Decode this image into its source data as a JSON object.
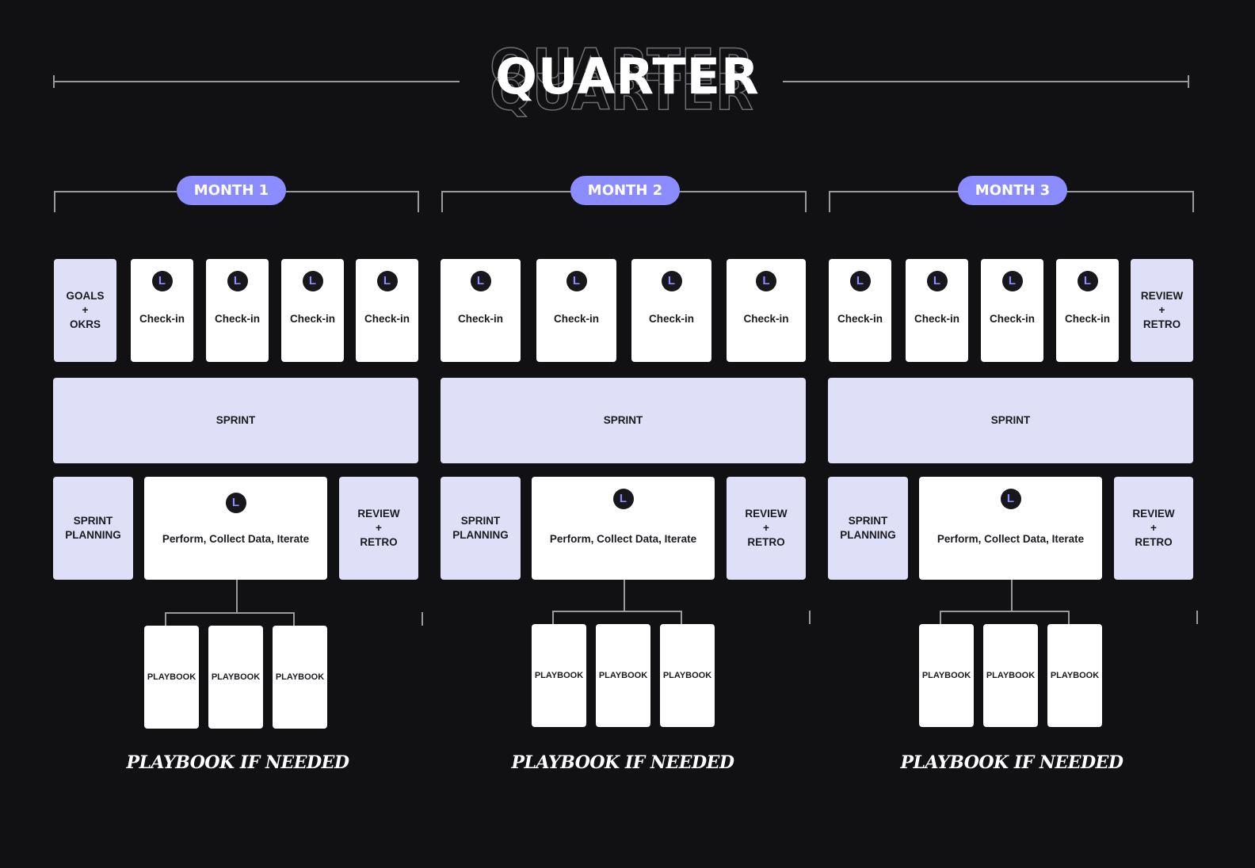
{
  "title": "QUARTER",
  "logo_letter": "L",
  "months": [
    {
      "label": "MONTH 1",
      "top_cards": [
        "GOALS\n+\nOKRS",
        "Check-in",
        "Check-in",
        "Check-in",
        "Check-in"
      ],
      "sprint": "SPRINT",
      "planning": "SPRINT\nPLANNING",
      "perform": "Perform, Collect Data, Iterate",
      "review": "REVIEW\n+\nRETRO",
      "playbooks": [
        "PLAYBOOK",
        "PLAYBOOK",
        "PLAYBOOK"
      ],
      "note": "PLAYBOOK IF NEEDED"
    },
    {
      "label": "MONTH 2",
      "top_cards": [
        "Check-in",
        "Check-in",
        "Check-in",
        "Check-in"
      ],
      "sprint": "SPRINT",
      "planning": "SPRINT\nPLANNING",
      "perform": "Perform, Collect Data, Iterate",
      "review": "REVIEW\n+\nRETRO",
      "playbooks": [
        "PLAYBOOK",
        "PLAYBOOK",
        "PLAYBOOK"
      ],
      "note": "PLAYBOOK IF NEEDED"
    },
    {
      "label": "MONTH 3",
      "top_cards": [
        "Check-in",
        "Check-in",
        "Check-in",
        "Check-in",
        "REVIEW\n+\nRETRO"
      ],
      "sprint": "SPRINT",
      "planning": "SPRINT\nPLANNING",
      "perform": "Perform, Collect Data, Iterate",
      "review": "REVIEW\n+\nRETRO",
      "playbooks": [
        "PLAYBOOK",
        "PLAYBOOK",
        "PLAYBOOK"
      ],
      "note": "PLAYBOOK IF NEEDED"
    }
  ]
}
